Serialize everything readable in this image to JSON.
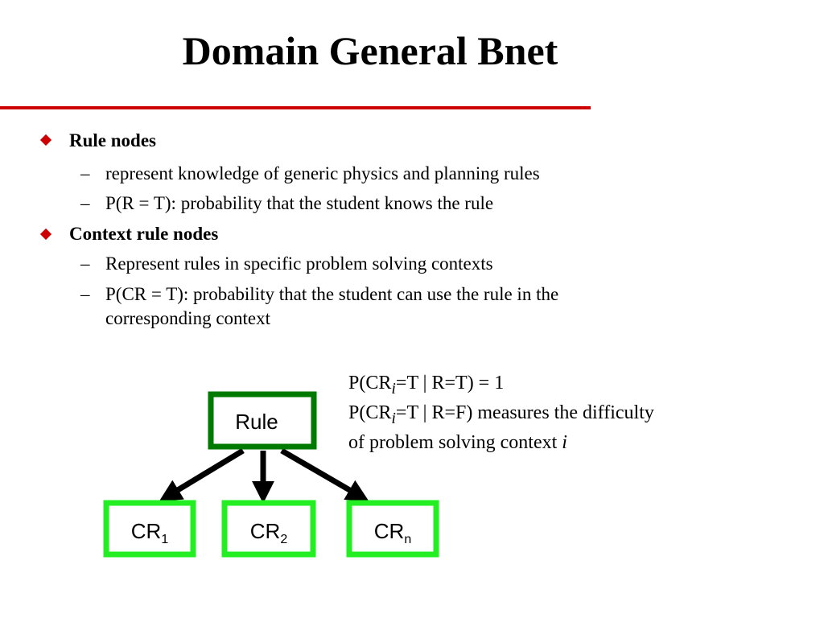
{
  "title": "Domain General Bnet",
  "colors": {
    "title_rule": "#cc0000",
    "bullet": "#cc0000",
    "rule_node_border": "#007a00",
    "cr_node_border": "#22ee22",
    "arrow": "#000000"
  },
  "bullets": [
    {
      "label": "Rule nodes",
      "items": [
        "represent knowledge of generic physics and planning rules",
        "P(R = T): probability that the student knows the rule"
      ]
    },
    {
      "label": "Context rule nodes",
      "items": [
        "Represent rules in specific problem solving contexts",
        "P(CR = T): probability that the student can use the rule in the",
        "corresponding context"
      ]
    }
  ],
  "dash": "–",
  "notes": {
    "line1": {
      "prefix": "P(CR",
      "sub": "i",
      "suffix": "=T | R=T) = 1"
    },
    "line2": {
      "prefix": "P(CR",
      "sub": "i",
      "suffix": "=T | R=F) measures the difficulty"
    },
    "line3": {
      "text": "of problem solving context ",
      "italic": "i"
    }
  },
  "diagram": {
    "rule_node": "Rule",
    "cr_nodes": [
      {
        "label": "CR",
        "sub": "1"
      },
      {
        "label": "CR",
        "sub": "2"
      },
      {
        "label": "CR",
        "sub": "n"
      }
    ]
  }
}
